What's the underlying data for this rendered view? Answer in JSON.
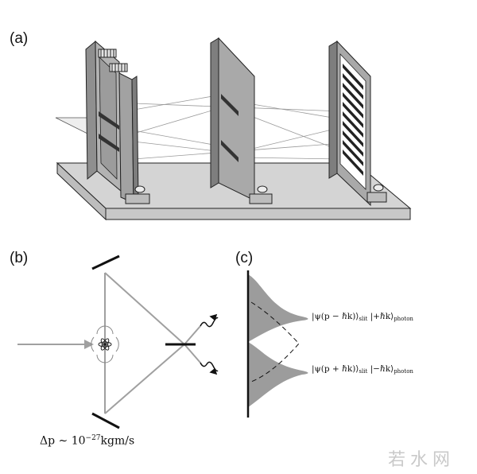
{
  "panels": {
    "a": {
      "label": "(a)"
    },
    "b": {
      "label": "(b)",
      "equation": {
        "lhs": "Δp ∼ 10",
        "exponent": "−27",
        "units": "kgm/s"
      }
    },
    "c": {
      "label": "(c)",
      "state_plus": {
        "ket": "|ψ(p − ℏk)⟩",
        "sub1": "slit",
        "ket2": "|+ℏk⟩",
        "sub2": "photon"
      },
      "state_minus": {
        "ket": "|ψ(p + ℏk)⟩",
        "sub1": "slit",
        "ket2": "|−ℏk⟩",
        "sub2": "photon"
      }
    }
  },
  "watermark": "若水网",
  "colors": {
    "panel_gray": "#a9a9a9",
    "base_gray": "#d2d2d2",
    "line_dark": "#1a1a1a",
    "ray_gray": "#9a9a9a"
  }
}
